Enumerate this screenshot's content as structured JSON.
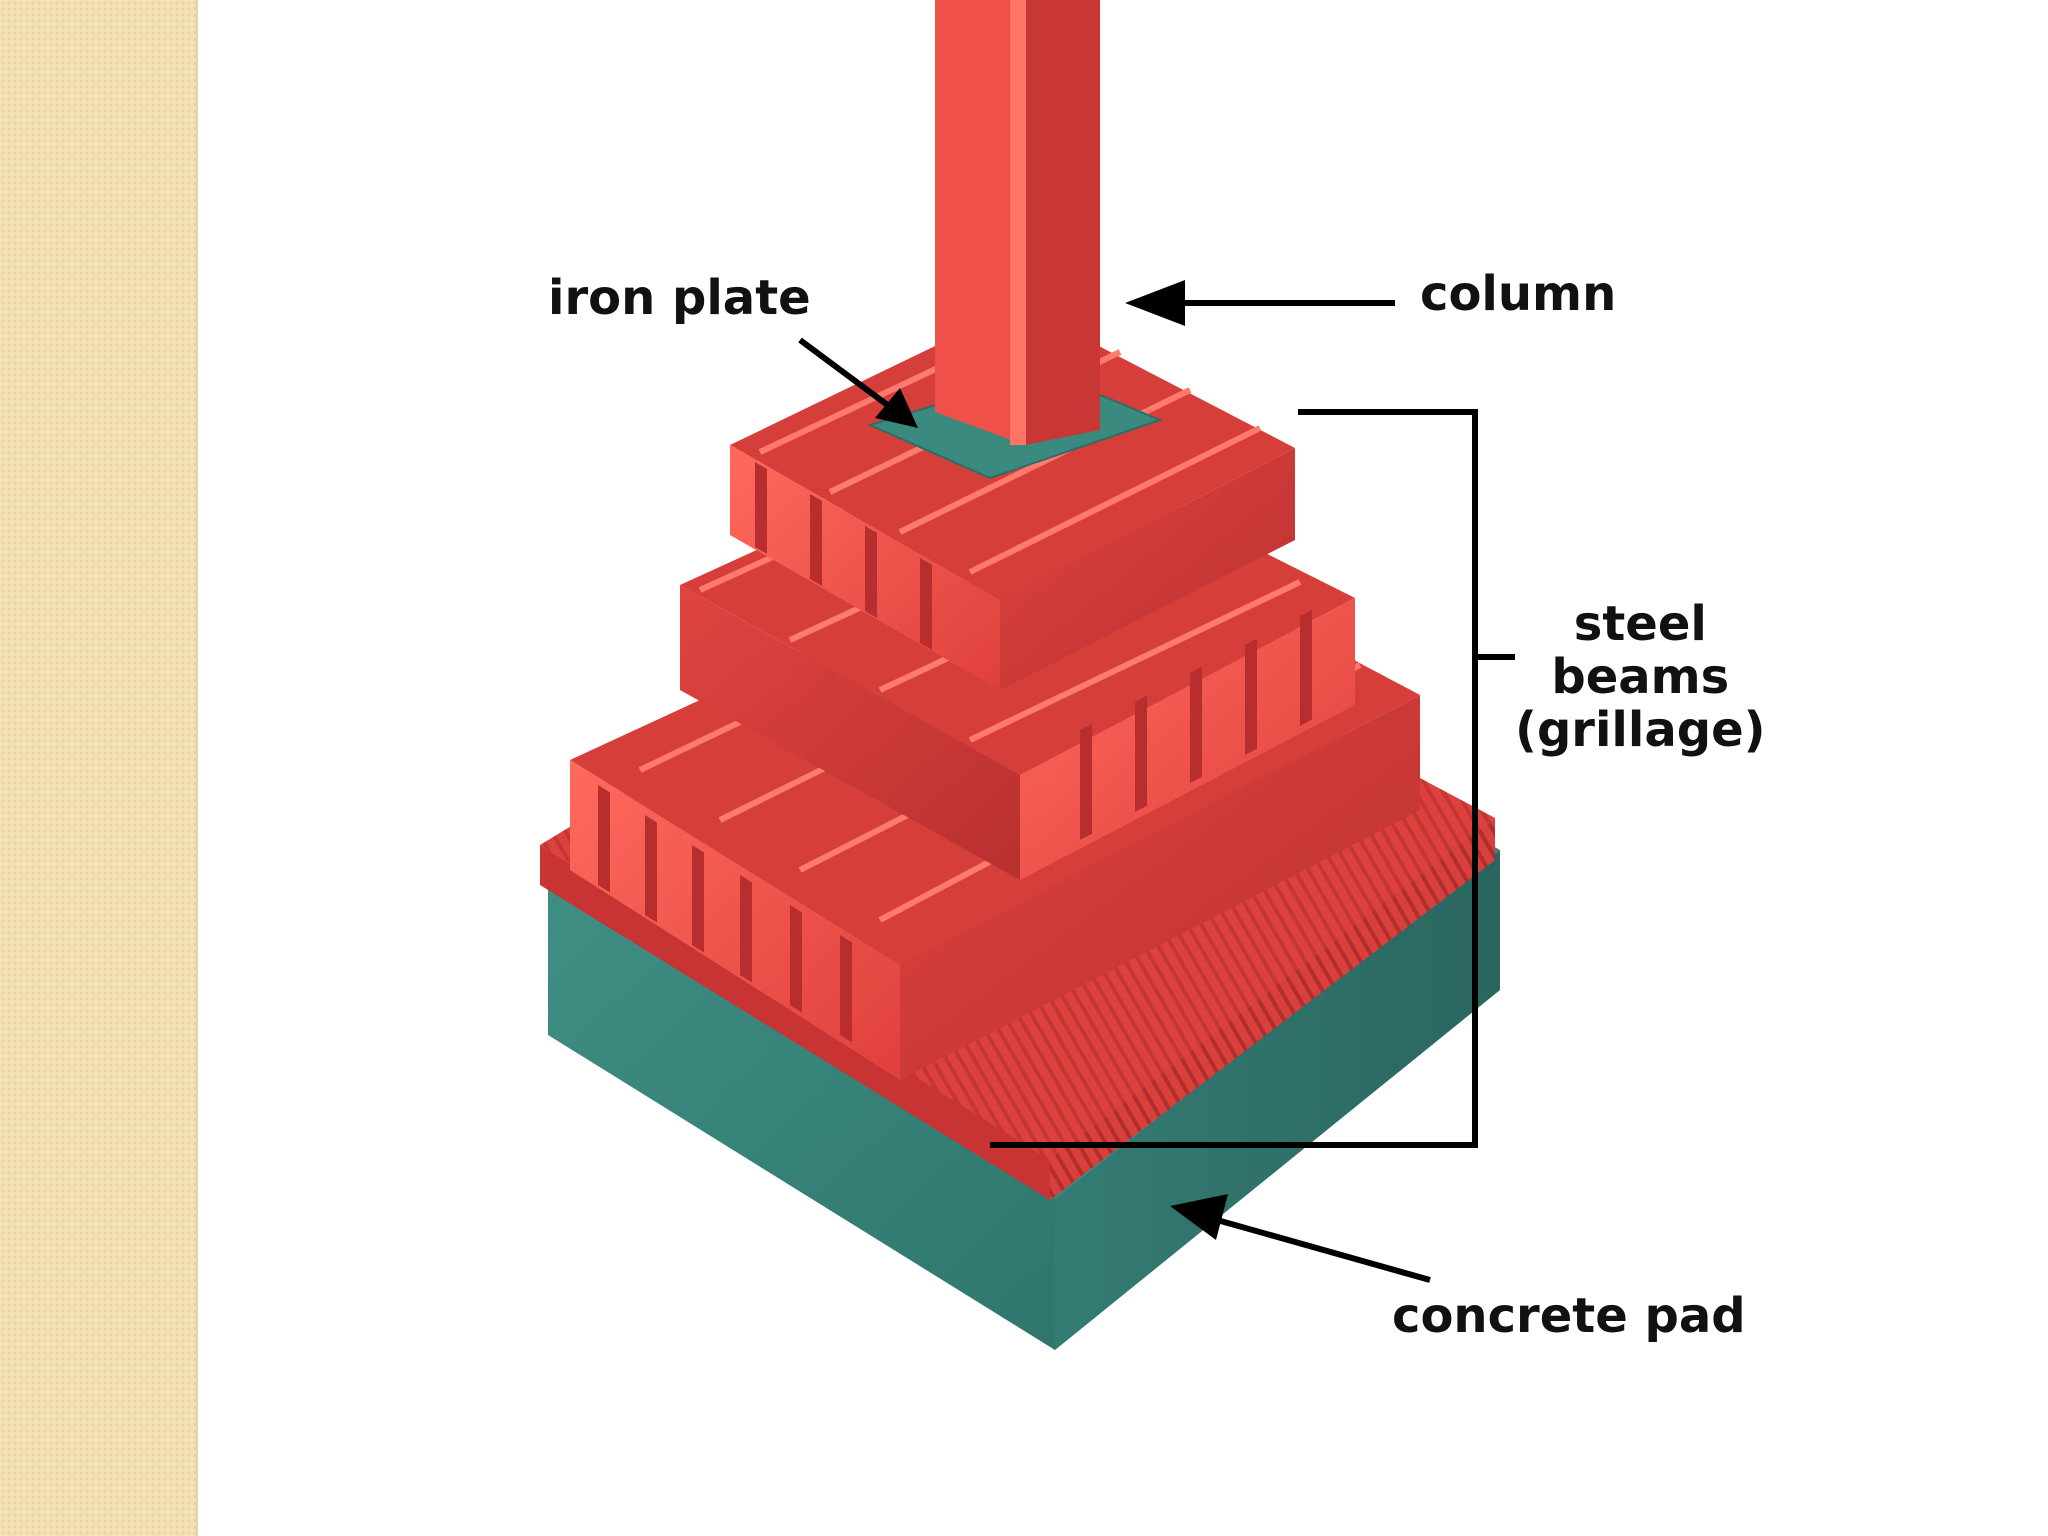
{
  "labels": {
    "column": "column",
    "iron_plate": "iron plate",
    "steel_beams": [
      "steel",
      "beams",
      "(grillage)"
    ],
    "concrete_pad": "concrete pad"
  },
  "colors": {
    "steel_light": "#f0504a",
    "steel_mid": "#d83c3a",
    "steel_dark": "#a82a2a",
    "concrete_light": "#3e8c82",
    "concrete_dark": "#2c6e66",
    "plate": "#3b8a80",
    "side_band": "#f2dfb0"
  }
}
